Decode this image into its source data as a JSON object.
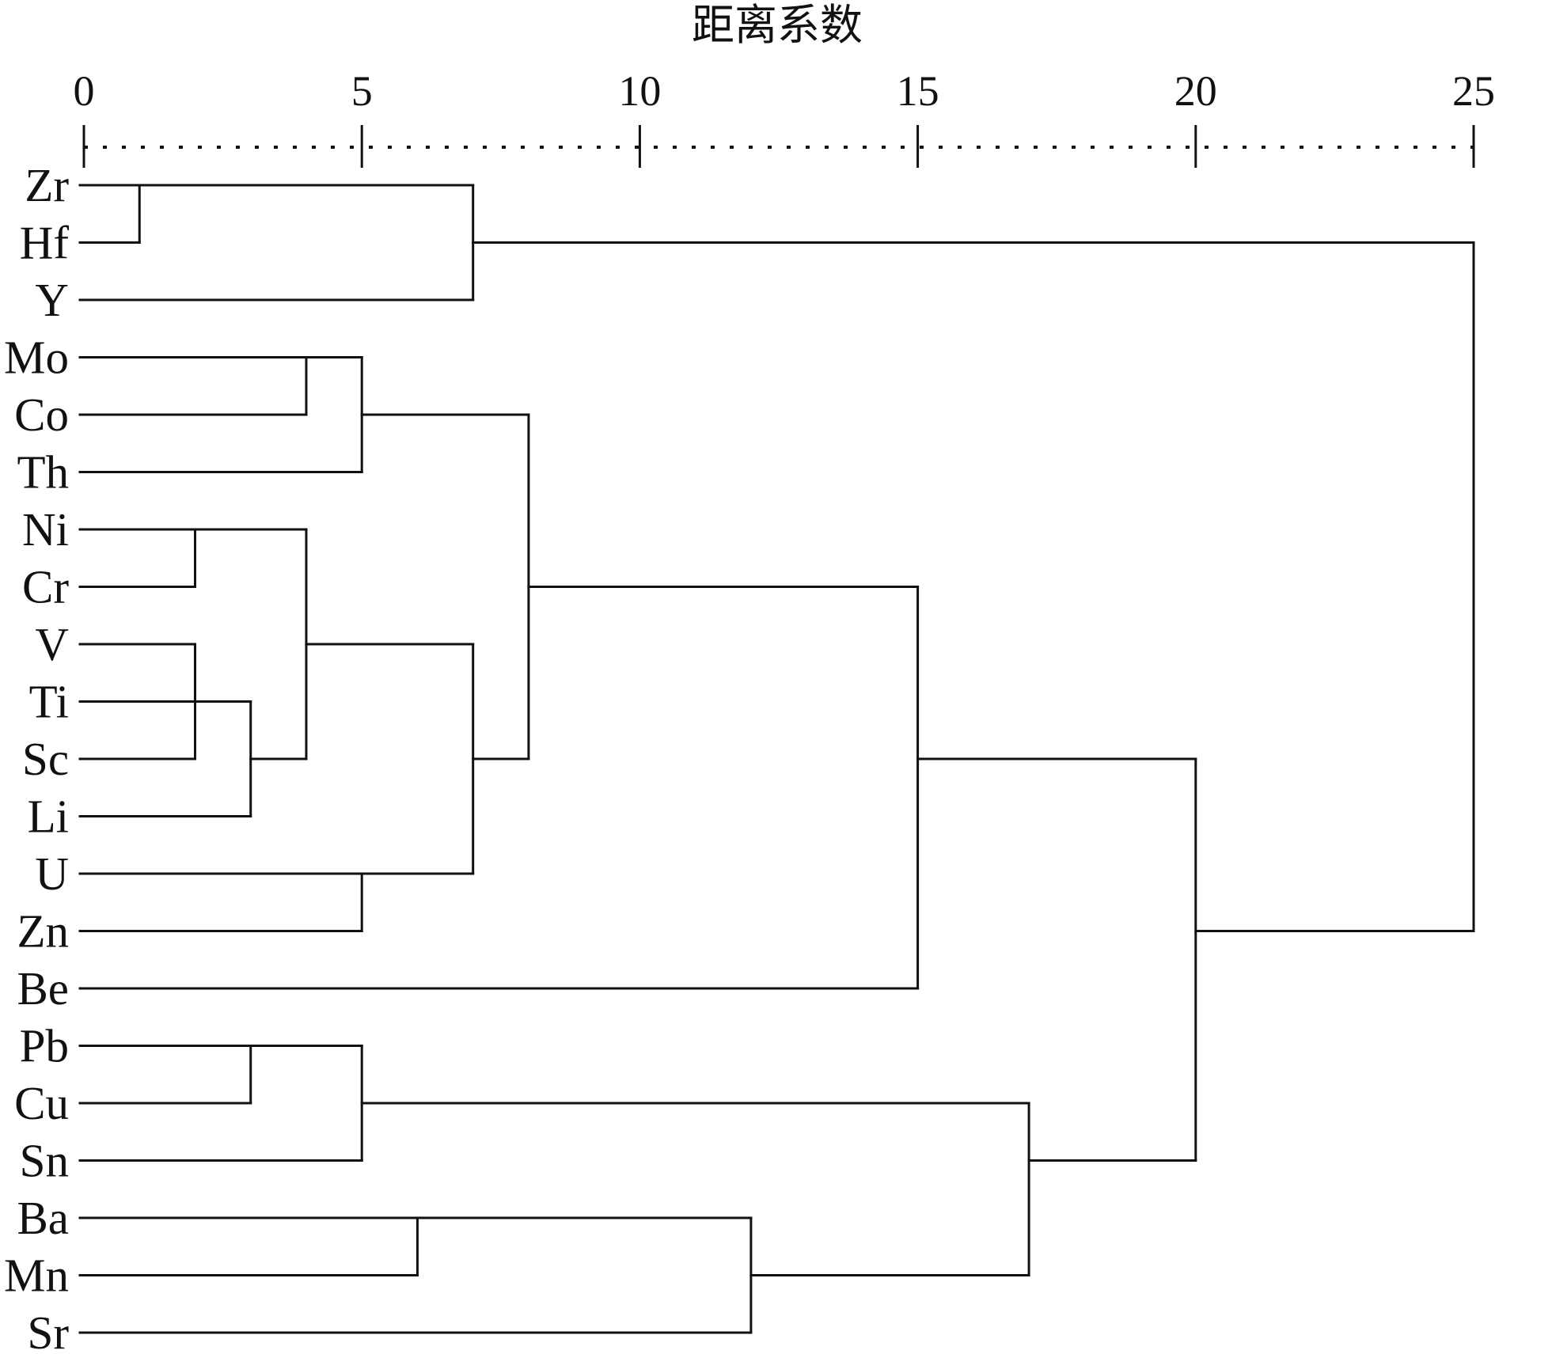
{
  "chart_data": {
    "type": "dendrogram",
    "orientation": "horizontal",
    "x_axis_position": "top",
    "grid": false,
    "line_color": "#111111",
    "xlabel": "距离系数",
    "xlim": [
      0,
      25
    ],
    "x_ticks": [
      0,
      5,
      10,
      15,
      20,
      25
    ],
    "tree": {
      "distance": 25,
      "children": [
        {
          "distance": 7,
          "children": [
            {
              "distance": 1,
              "children": [
                "Zr",
                "Hf"
              ]
            },
            "Y"
          ]
        },
        {
          "distance": 20,
          "children": [
            {
              "distance": 15,
              "children": [
                {
                  "distance": 8,
                  "children": [
                    {
                      "distance": 5,
                      "children": [
                        {
                          "distance": 4,
                          "children": [
                            "Mo",
                            "Co"
                          ]
                        },
                        "Th"
                      ]
                    },
                    {
                      "distance": 7,
                      "children": [
                        {
                          "distance": 4,
                          "children": [
                            {
                              "distance": 2,
                              "children": [
                                "Ni",
                                "Cr"
                              ]
                            },
                            {
                              "distance": 3,
                              "children": [
                                {
                                  "distance": 2,
                                  "children": [
                                    {
                                      "distance": 2,
                                      "children": [
                                        "V",
                                        "Ti"
                                      ]
                                    },
                                    "Sc"
                                  ]
                                },
                                "Li"
                              ]
                            }
                          ]
                        },
                        {
                          "distance": 5,
                          "children": [
                            "U",
                            "Zn"
                          ]
                        }
                      ]
                    }
                  ]
                },
                "Be"
              ]
            },
            {
              "distance": 17,
              "children": [
                {
                  "distance": 5,
                  "children": [
                    {
                      "distance": 3,
                      "children": [
                        "Pb",
                        "Cu"
                      ]
                    },
                    "Sn"
                  ]
                },
                {
                  "distance": 12,
                  "children": [
                    {
                      "distance": 6,
                      "children": [
                        "Ba",
                        "Mn"
                      ]
                    },
                    "Sr"
                  ]
                }
              ]
            }
          ]
        }
      ]
    }
  }
}
